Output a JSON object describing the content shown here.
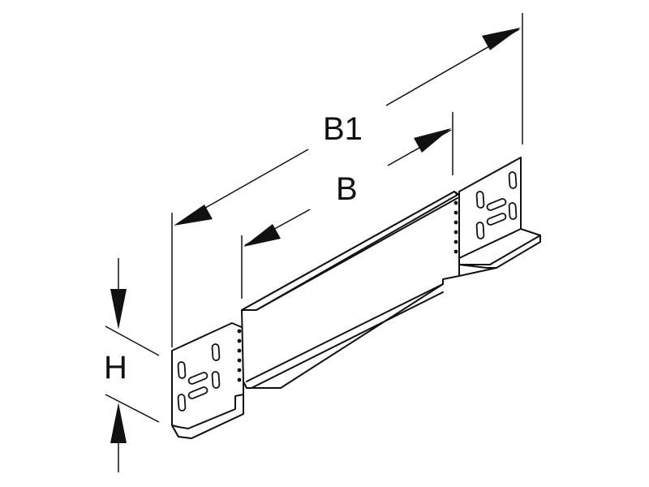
{
  "dimensions": {
    "overall_width_label": "B1",
    "inner_width_label": "B",
    "height_label": "H"
  },
  "part": {
    "icon": "reducer-connector-plate-icon"
  }
}
